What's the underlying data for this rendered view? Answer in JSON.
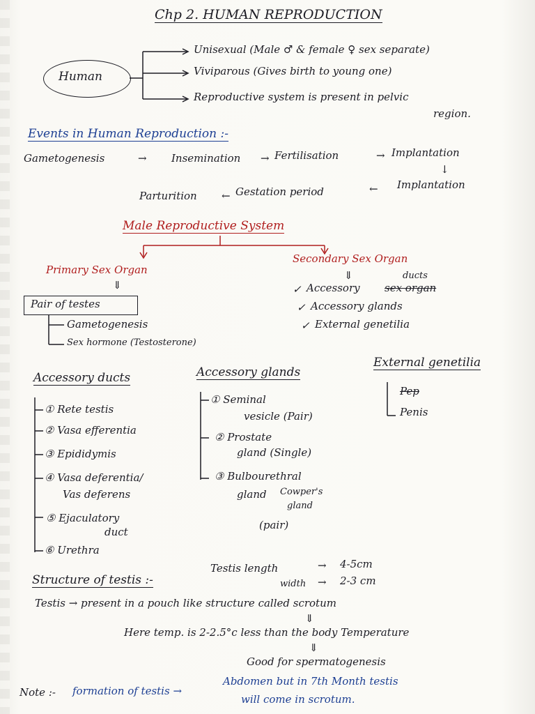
{
  "title": "Chp 2. HUMAN REPRODUCTION",
  "human": {
    "label": "Human",
    "features": [
      "Unisexual (Male ♂ & female ♀ sex separate)",
      "Viviparous (Gives birth to young one)",
      "Reproductive system is present in pelvic",
      "region."
    ]
  },
  "events": {
    "heading": "Events in Human Reproduction :-",
    "row1": [
      "Gametogenesis",
      "→",
      "Insemination",
      "→",
      "Fertilisation",
      "→",
      "Implantation"
    ],
    "down_arrow": "↓",
    "row2": [
      "Parturition",
      "←",
      "Gestation period",
      "←",
      "Implantation"
    ]
  },
  "male": {
    "heading": "Male Reproductive System",
    "primary": "Primary Sex Organ",
    "secondary": "Secondary Sex Organ",
    "arrow": "⇓",
    "pair_testes": "Pair of testes",
    "primary_items": [
      "Gametogenesis",
      "Sex hormone (Testosterone)"
    ],
    "ducts_note": "ducts",
    "secondary_items": [
      "Accessory",
      "sex organ",
      "Accessory glands",
      "External genetilia"
    ]
  },
  "columns": {
    "ducts": {
      "heading": "Accessory ducts",
      "items": [
        "① Rete testis",
        "② Vasa efferentia",
        "③ Epididymis",
        "④ Vasa deferentia/",
        "Vas deferens",
        "⑤ Ejaculatory",
        "duct",
        "⑥ Urethra"
      ]
    },
    "glands": {
      "heading": "Accessory glands",
      "items": [
        "① Seminal",
        "vesicle (Pair)",
        "② Prostate",
        "gland (Single)",
        "③ Bulbourethral",
        "gland",
        "Cowper's",
        "gland",
        "(pair)"
      ]
    },
    "external": {
      "heading": "External genetilia",
      "struck": "Pep",
      "item": "Penis"
    }
  },
  "structure": {
    "heading": "Structure of testis :-",
    "intro": "Testis length",
    "length": "4-5cm",
    "width_label": "width",
    "width": "2-3 cm",
    "line1": "Testis → present in a pouch like structure called scrotum",
    "arrow": "⇓",
    "line2": "Here temp. is 2-2.5°c less than the body Temperature",
    "line3": "Good for spermatogenesis"
  },
  "note": {
    "label": "Note :-",
    "text1": "formation of testis →",
    "text2": "Abdomen but in 7th Month testis",
    "text3": "will come in scrotum."
  },
  "colors": {
    "ink": "#1c1c24",
    "red": "#b01e1e",
    "blue": "#1d3f93",
    "paper": "#f7f6f2"
  }
}
